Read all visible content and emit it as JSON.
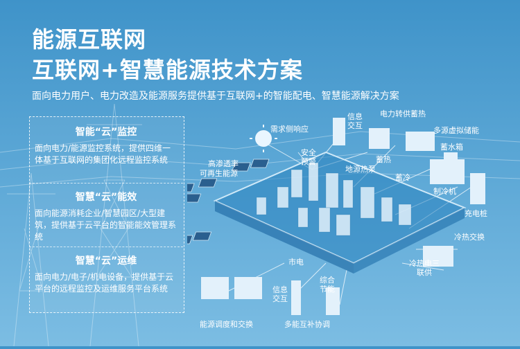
{
  "header": {
    "title_line1": "能源互联网",
    "title_line2": "互联网+智慧能源技术方案",
    "subtitle": "面向电力用户、电力改造及能源服务提供基于互联网+的智能配电、智慧能源解决方案"
  },
  "cards": [
    {
      "head": "智能“云”监控",
      "body": "面向电力/能源监控系统，提供四维一体基于互联网的集团化远程监控系统"
    },
    {
      "head": "智慧“云”能效",
      "body": "面向能源消耗企业/智慧园区/大型建筑，提供基于云平台的智能能效管理系统"
    },
    {
      "head": "智慧“云”运维",
      "body": "面向电力/电子/机电设备，提供基于云平台的远程监控及运维服务平台系统"
    }
  ],
  "diagram": {
    "labels": {
      "demand_response": "需求侧响应",
      "info_exchange_top": "信息交互",
      "heat_storage": "蓄热",
      "power_to_heat": "电力转供蓄热",
      "multi_storage": "多源虚拟储能",
      "water_tank": "蓄水箱",
      "high_permeability": "高渗透率",
      "renewable": "可再生能源",
      "safety_warning": "安全预警",
      "ground_heat_pump": "地源热泵",
      "cold_storage": "蓄冷",
      "chiller": "制冷机",
      "charging_pile": "充电桩",
      "cold_heat_exchange": "冷热交换",
      "grid": "市电",
      "cchp": "冷热电三联供",
      "info_exchange_bottom": "信息交互",
      "comprehensive_saving": "综合节能",
      "dispatch_exchange": "能源调度和交换",
      "multi_energy": "多能互补协调"
    }
  }
}
